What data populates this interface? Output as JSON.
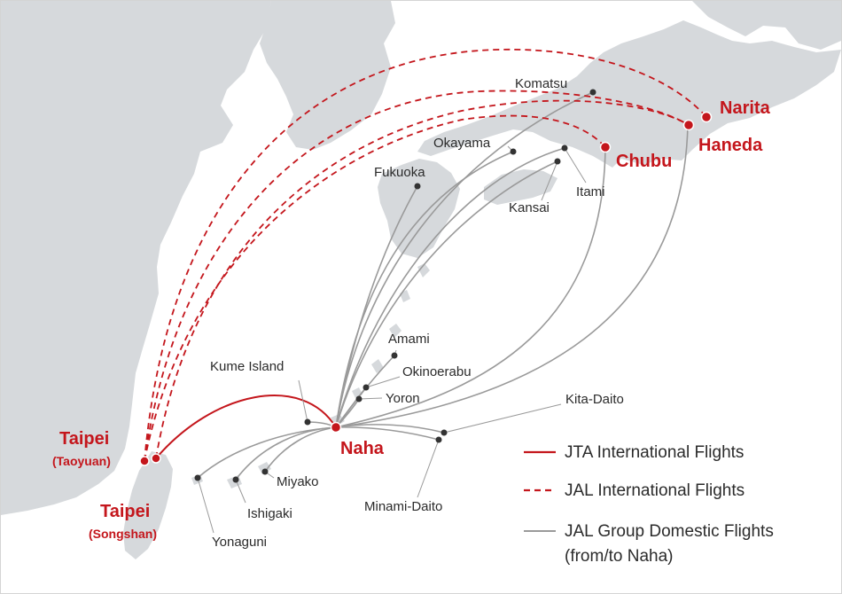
{
  "colors": {
    "jta_international": "#c4161c",
    "jal_international": "#c4161c",
    "domestic": "#9a9a9a",
    "land": "#d6d9dc",
    "hub_dot": "#c4161c",
    "airport_dot": "#333333"
  },
  "hubs": {
    "narita": "Narita",
    "haneda": "Haneda",
    "chubu": "Chubu",
    "naha": "Naha",
    "taipei_taoyuan": "Taipei",
    "taipei_taoyuan_sub": "(Taoyuan)",
    "taipei_songshan": "Taipei",
    "taipei_songshan_sub": "(Songshan)"
  },
  "airports": {
    "komatsu": "Komatsu",
    "okayama": "Okayama",
    "fukuoka": "Fukuoka",
    "itami": "Itami",
    "kansai": "Kansai",
    "amami": "Amami",
    "okinoerabu": "Okinoerabu",
    "yoron": "Yoron",
    "kume_island": "Kume Island",
    "kita_daito": "Kita-Daito",
    "minami_daito": "Minami-Daito",
    "miyako": "Miyako",
    "ishigaki": "Ishigaki",
    "yonaguni": "Yonaguni"
  },
  "legend": {
    "jta": "JTA International Flights",
    "jal": "JAL International Flights",
    "domestic_line1": "JAL Group Domestic Flights",
    "domestic_line2": "(from/to Naha)"
  }
}
